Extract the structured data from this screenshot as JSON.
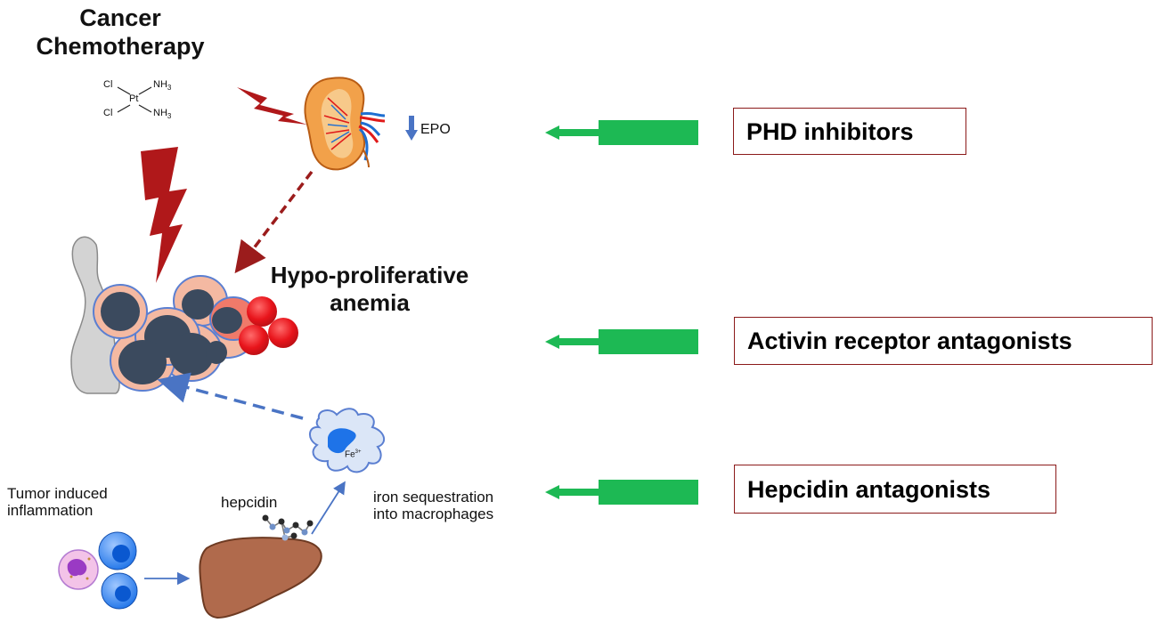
{
  "title": {
    "line1": "Cancer",
    "line2": "Chemotherapy"
  },
  "molecule": {
    "cl_top": "Cl",
    "cl_bottom": "Cl",
    "pt": "Pt",
    "nh3_top": "NH",
    "nh3_bottom": "NH",
    "subscript": "3"
  },
  "epo_label": "EPO",
  "anemia": {
    "line1": "Hypo-proliferative",
    "line2": "anemia"
  },
  "tumor_label": {
    "line1": "Tumor induced",
    "line2": "inflammation"
  },
  "hepcidin_label": "hepcidin",
  "iron_label": {
    "line1": "iron sequestration",
    "line2": "into macrophages"
  },
  "fe_label": "Fe",
  "fe_superscript": "3+",
  "therapies": [
    {
      "label": "PHD inhibitors"
    },
    {
      "label": "Activin receptor antagonists"
    },
    {
      "label": "Hepcidin antagonists"
    }
  ],
  "colors": {
    "therapy_arrow": "#1db954",
    "lightning": "#b0181a",
    "dashed_red": "#9b1c1c",
    "dashed_blue": "#4a74c4",
    "box_border": "#8b1a1a",
    "rbc": "#e8141b",
    "cell_nucleus": "#3b4a5e",
    "liver": "#b06a4c",
    "bone": "#d3d3d3"
  },
  "icons": [
    "kidney-icon",
    "bone-icon",
    "liver-icon",
    "macrophage-icon",
    "hepcidin-molecule-icon",
    "lightning-bolt-icon",
    "down-arrow-icon"
  ]
}
